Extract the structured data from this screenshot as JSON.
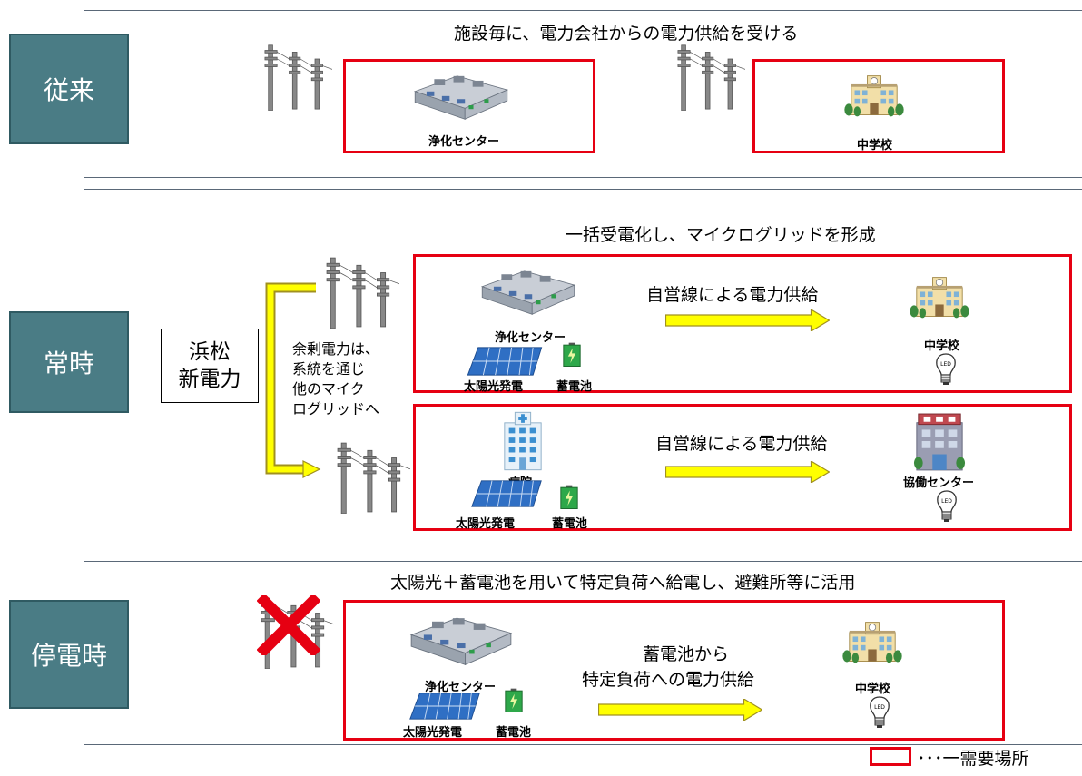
{
  "rows": [
    {
      "label": "従来",
      "caption": "施設毎に、電力会社からの電力供給を受ける",
      "items": [
        "浄化センター",
        "中学校"
      ]
    },
    {
      "label": "常時",
      "caption": "一括受電化し、マイクログリッドを形成",
      "company": "浜松\n新電力",
      "surplus_note": [
        "余剰電力は、",
        "系統を通じ",
        "他のマイク",
        "ログリッドへ"
      ],
      "grid_a": {
        "source": "浄化センター",
        "solar": "太陽光発電",
        "battery": "蓄電池",
        "supply": "自営線による電力供給",
        "dest": "中学校"
      },
      "grid_b": {
        "source": "病院",
        "solar": "太陽光発電",
        "battery": "蓄電池",
        "supply": "自営線による電力供給",
        "dest": "協働センター"
      }
    },
    {
      "label": "停電時",
      "caption": "太陽光＋蓄電池を用いて特定負荷へ給電し、避難所等に活用",
      "source": "浄化センター",
      "solar": "太陽光発電",
      "battery": "蓄電池",
      "supply_line1": "蓄電池から",
      "supply_line2": "特定負荷への電力供給",
      "dest": "中学校"
    }
  ],
  "legend": {
    "text": "･･･一需要場所"
  },
  "colors": {
    "label_bg": "#4a7c85",
    "red_box": "#e60012",
    "arrow_fill": "#ffff00",
    "arrow_stroke": "#a09020",
    "panel_border": "#5a6878"
  }
}
